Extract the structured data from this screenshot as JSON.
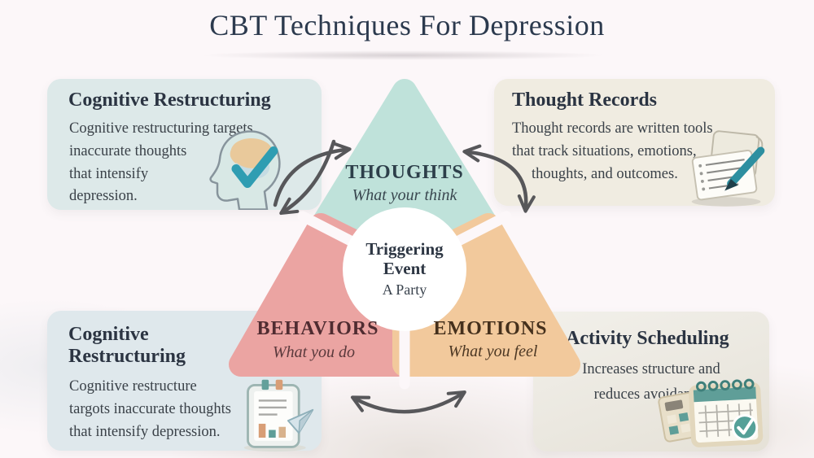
{
  "title": "CBT Techniques For Depression",
  "cards": [
    {
      "heading": "Cognitive Restructuring",
      "lines": [
        "Cognitive restructuring targets",
        "inaccurate thoughts",
        "that intensify",
        "depression."
      ],
      "icon": "head-brain-check-icon"
    },
    {
      "heading": "Thought Records",
      "lines": [
        "Thought records are written tools",
        "that track situations, emotions,",
        "thoughts, and outcomes."
      ],
      "icon": "notepad-pen-icon"
    },
    {
      "heading": "Cognitive Restructuring",
      "lines": [
        "Cognitive restructure",
        "targots inaccurate thoughts",
        "that intensify depression."
      ],
      "icon": "clipboard-chart-icon"
    },
    {
      "heading": "Activity Scheduling",
      "lines": [
        "Increases structure and",
        "reduces avoidance."
      ],
      "icon": "calendar-check-icon"
    }
  ],
  "triangle": {
    "thoughts": {
      "label": "THOUGHTS",
      "sub": "What your think"
    },
    "behaviors": {
      "label": "BEHAVIORS",
      "sub": "What you do"
    },
    "emotions": {
      "label": "EMOTIONS",
      "sub": "What you feel"
    },
    "center": {
      "title": "Triggering Event",
      "sub": "A Party"
    }
  },
  "colors": {
    "background": "#fcf7f9",
    "title_text": "#2c3a4e",
    "thoughts_fill": "#bfe2da",
    "behaviors_fill": "#eba4a2",
    "emotions_fill": "#f2c99c",
    "card_top_left_bg": "#dde9e9",
    "card_top_right_bg": "#f0ece1",
    "card_bottom_left_bg": "#dfe8ec",
    "card_bottom_right_bg": "#eeebe4",
    "arrow": "#57575a",
    "accent_teal": "#2f9db2"
  }
}
